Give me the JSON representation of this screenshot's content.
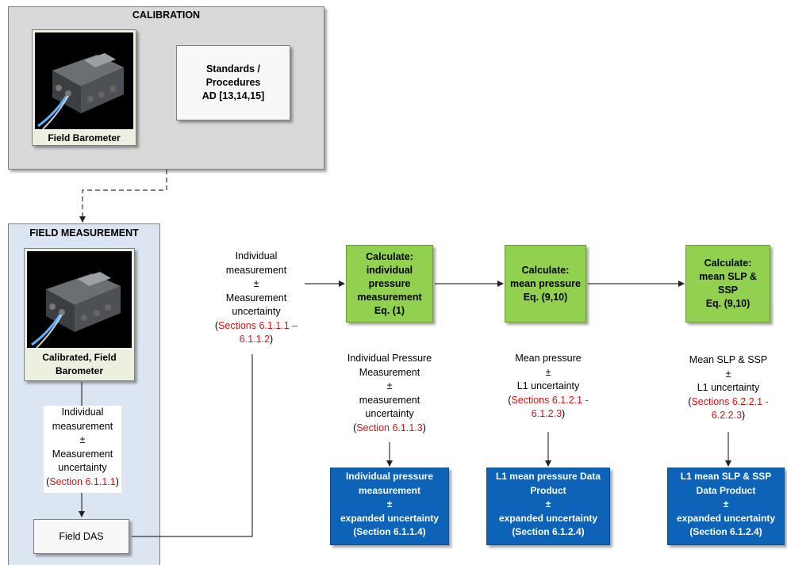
{
  "calibration": {
    "title": "CALIBRATION",
    "photo_caption": "Field Barometer",
    "standards_line1": "Standards /",
    "standards_line2": "Procedures",
    "standards_line3": "AD [13,14,15]"
  },
  "field": {
    "title": "FIELD MEASUREMENT",
    "photo_caption_line1": "Calibrated, Field",
    "photo_caption_line2": "Barometer",
    "meas_line1": "Individual",
    "meas_line2": "measurement",
    "meas_line3": "±",
    "meas_line4": "Measurement",
    "meas_line5": "uncertainty",
    "meas_open": "(",
    "meas_ref": "Section 6.1.1.1",
    "meas_close": ")",
    "das_label": "Field DAS"
  },
  "input_text": {
    "line1": "Individual",
    "line2": "measurement",
    "line3": "±",
    "line4": "Measurement",
    "line5": "uncertainty",
    "ref_open": "(",
    "ref_a": "Sections 6.1.1.1 –",
    "ref_b": "6.1.1.2",
    "ref_close": ")"
  },
  "calc1": {
    "line1": "Calculate:",
    "line2": "individual",
    "line3": "pressure",
    "line4": "measurement",
    "line5": "Eq. (1)",
    "out1": "Individual Pressure",
    "out2": "Measurement",
    "out3": "±",
    "out4": "measurement",
    "out5": "uncertainty",
    "ref_open": "(",
    "ref": "Section 6.1.1.3",
    "ref_close": ")"
  },
  "calc2": {
    "line1": "Calculate:",
    "line2": "mean pressure",
    "line3": "Eq. (9,10)",
    "out1": "Mean pressure",
    "out2": "±",
    "out3": "L1  uncertainty",
    "ref_open": "(",
    "ref_a": "Sections 6.1.2.1 -",
    "ref_b": "6.1.2.3",
    "ref_close": ")"
  },
  "calc3": {
    "line1": "Calculate:",
    "line2": "mean SLP &",
    "line3": "SSP",
    "line4": "Eq. (9,10)",
    "out1": "Mean SLP & SSP",
    "out2": "±",
    "out3": "L1  uncertainty",
    "ref_open": "(",
    "ref_a": "Sections 6.2.2.1 -",
    "ref_b": "6.2.2.3",
    "ref_close": ")"
  },
  "product1": {
    "line1": "Individual pressure",
    "line2": "measurement",
    "line3": "±",
    "line4": "expanded uncertainty",
    "line5": "(Section 6.1.1.4)"
  },
  "product2": {
    "line1": "L1 mean pressure Data",
    "line2": "Product",
    "line3": "±",
    "line4": "expanded uncertainty",
    "line5": "(Section 6.1.2.4)"
  },
  "product3": {
    "line1": "L1 mean SLP & SSP",
    "line2": "Data Product",
    "line3": "±",
    "line4": "expanded uncertainty",
    "line5": "(Section 6.1.2.4)"
  },
  "colors": {
    "calc_fill": "#92d050",
    "product_fill": "#0d63b8",
    "reference_text": "#e01010",
    "calibration_panel": "#d9d9d9",
    "field_panel": "#dce6f2"
  }
}
